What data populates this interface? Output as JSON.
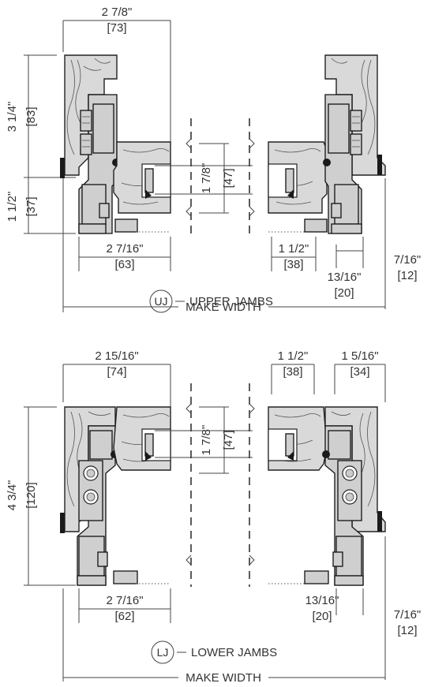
{
  "upper": {
    "top_width": "2 7/8\"",
    "top_width_mm": "[73]",
    "left_height": "3 1/4\"",
    "left_height_mm": "[83]",
    "left_lower": "1 1/2\"",
    "left_lower_mm": "[37]",
    "glass": "1 7/8\"",
    "glass_mm": "[47]",
    "bottom_left": "2 7/16\"",
    "bottom_left_mm": "[63]",
    "bottom_right_a": "1 1/2\"",
    "bottom_right_a_mm": "[38]",
    "bottom_right_b": "13/16\"",
    "bottom_right_b_mm": "[20]",
    "bottom_right_c": "7/16\"",
    "bottom_right_c_mm": "[12]",
    "tag": "UJ",
    "caption": "UPPER JAMBS",
    "make_width": "MAKE WIDTH"
  },
  "lower": {
    "top_left": "2 15/16\"",
    "top_left_mm": "[74]",
    "top_right_a": "1 1/2\"",
    "top_right_a_mm": "[38]",
    "top_right_b": "1 5/16\"",
    "top_right_b_mm": "[34]",
    "left_height": "4 3/4\"",
    "left_height_mm": "[120]",
    "glass": "1 7/8\"",
    "glass_mm": "[47]",
    "bottom_left": "2 7/16\"",
    "bottom_left_mm": "[62]",
    "bottom_right_b": "13/16\"",
    "bottom_right_b_mm": "[20]",
    "bottom_right_c": "7/16\"",
    "bottom_right_c_mm": "[12]",
    "tag": "LJ",
    "caption": "LOWER JAMBS",
    "make_width": "MAKE WIDTH"
  },
  "colors": {
    "line": "#444444",
    "wood": "#d9d9d9",
    "metal": "#cfcfcf"
  }
}
